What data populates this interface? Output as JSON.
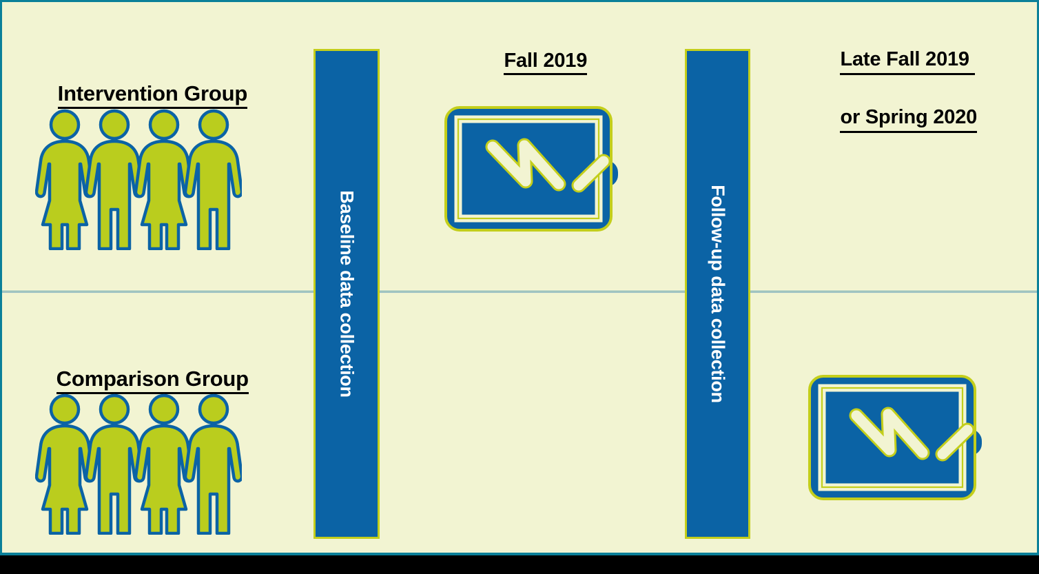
{
  "slide": {
    "background_color": "#F2F4D2",
    "border_color": "#0B8099",
    "accent_blue": "#0B63A5",
    "accent_green": "#BACD1E",
    "bar_border_green": "#C3CE1B"
  },
  "headings": {
    "intervention_group": "Intervention Group",
    "comparison_group": "Comparison Group",
    "fall_2019": "Fall 2019",
    "late_fall_line1": "Late Fall 2019 ",
    "late_fall_line2": "or Spring 2020"
  },
  "bars": [
    {
      "id": "baseline",
      "label": "Baseline data collection"
    },
    {
      "id": "followup",
      "label": "Follow-up data collection"
    }
  ],
  "icons": {
    "people_group": "people-group-icon",
    "whiteboard": "whiteboard-signature-icon"
  },
  "rows": [
    {
      "name": "intervention",
      "group_label": "Intervention Group",
      "has_activity_icon": true,
      "activity_timing": "Fall 2019"
    },
    {
      "name": "comparison",
      "group_label": "Comparison Group",
      "has_activity_icon": true,
      "activity_timing": "Late Fall 2019 or Spring 2020"
    }
  ]
}
